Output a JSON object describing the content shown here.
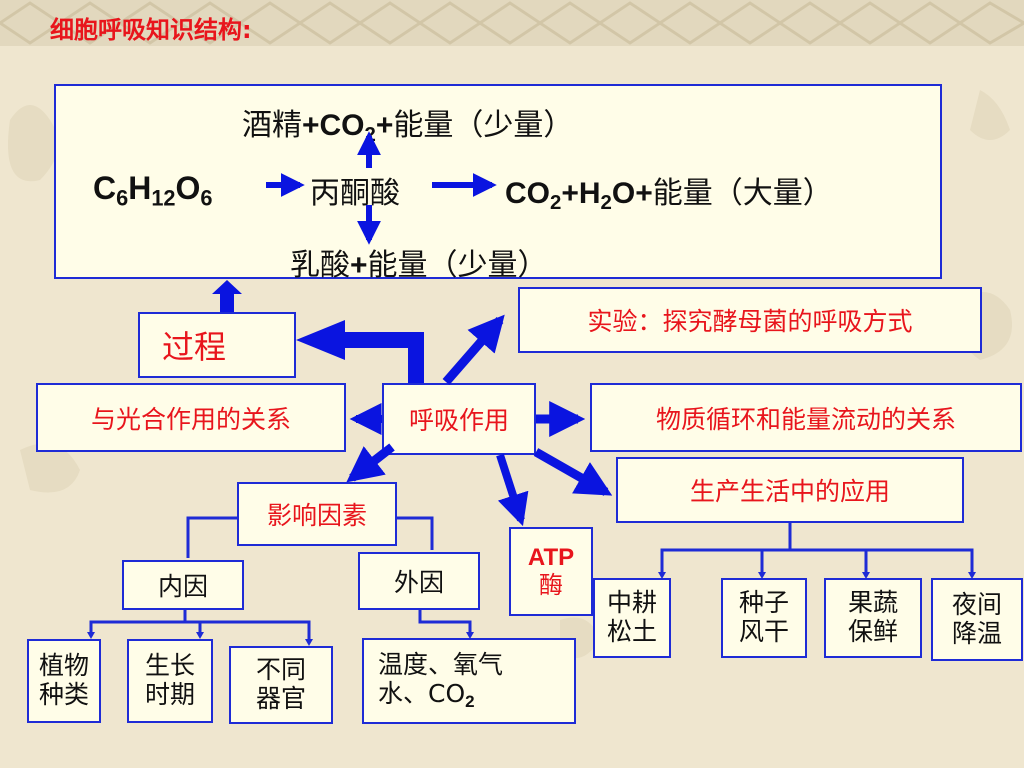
{
  "title": "细胞呼吸知识结构:",
  "process_box": {
    "alcohol_line": {
      "a": "酒精",
      "b": "+CO",
      "sub": "2",
      "c": "+",
      "d": "能量（少量）"
    },
    "glucose": {
      "c": "C",
      "s1": "6",
      "h": "H",
      "s2": "12",
      "o": "O",
      "s3": "6"
    },
    "pyruvate": "丙酮酸",
    "aerobic_line": {
      "a": "CO",
      "s1": "2",
      "b": "+H",
      "s2": "2",
      "c": "O+",
      "d": "能量（大量）"
    },
    "lactic_line": {
      "a": "乳酸",
      "b": "+",
      "c": "能量（少量）"
    }
  },
  "nodes": {
    "process": "过程",
    "experiment": "实验：探究酵母菌的呼吸方式",
    "photosynthesis": "与光合作用的关系",
    "respiration": "呼吸作用",
    "cycle": "物质循环和能量流动的关系",
    "factors": "影响因素",
    "application": "生产生活中的应用",
    "atp": "ATP",
    "enzyme": "酶",
    "internal": "内因",
    "external": "外因",
    "plant_type_1": "植物",
    "plant_type_2": "种类",
    "growth_1": "生长",
    "growth_2": "时期",
    "organ_1": "不同",
    "organ_2": "器官",
    "env_1": "温度、氧气",
    "env_2a": "水、CO",
    "env_2sub": "2",
    "app1_1": "中耕",
    "app1_2": "松土",
    "app2_1": "种子",
    "app2_2": "风干",
    "app3_1": "果蔬",
    "app3_2": "保鲜",
    "app4_1": "夜间",
    "app4_2": "降温"
  },
  "colors": {
    "border": "#1e2bd6",
    "arrow": "#0a14e0",
    "accent": "#e8151c",
    "background": "#efe6cf"
  }
}
